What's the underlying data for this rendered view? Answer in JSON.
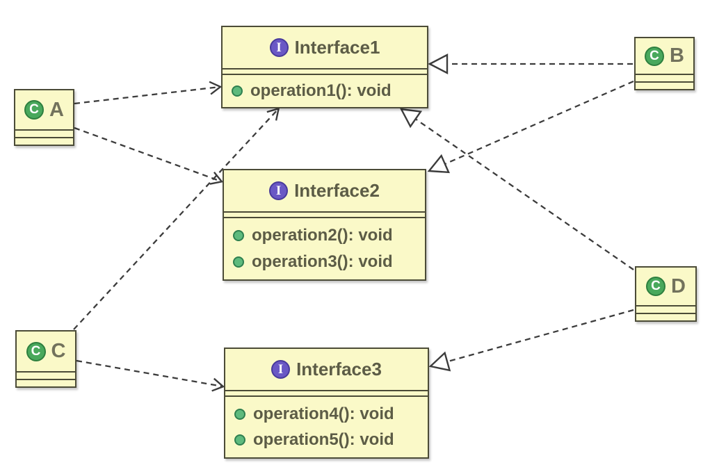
{
  "diagram": {
    "type": "uml-class-diagram",
    "colors": {
      "node_fill": "#faf9c8",
      "node_border": "#4b4b37",
      "title_text": "#5c5c46",
      "class_title_text": "#72725c",
      "interface_icon_bg": "#6a58c5",
      "class_icon_bg": "#49a85c",
      "operation_dot": "#5eba7d",
      "edge_color": "#3c3c3c"
    },
    "icons": {
      "interface_letter": "I",
      "class_letter": "C"
    },
    "interfaces": [
      {
        "id": "Interface1",
        "title": "Interface1",
        "members": [
          "operation1(): void"
        ]
      },
      {
        "id": "Interface2",
        "title": "Interface2",
        "members": [
          "operation2(): void",
          "operation3(): void"
        ]
      },
      {
        "id": "Interface3",
        "title": "Interface3",
        "members": [
          "operation4(): void",
          "operation5(): void"
        ]
      }
    ],
    "classes": [
      {
        "id": "A",
        "title": "A"
      },
      {
        "id": "B",
        "title": "B"
      },
      {
        "id": "C",
        "title": "C"
      },
      {
        "id": "D",
        "title": "D"
      }
    ],
    "edges": [
      {
        "from": "A",
        "to": "Interface1",
        "type": "dependency",
        "line": "dashed",
        "arrowhead": "open"
      },
      {
        "from": "A",
        "to": "Interface2",
        "type": "dependency",
        "line": "dashed",
        "arrowhead": "open"
      },
      {
        "from": "C",
        "to": "Interface1",
        "type": "dependency",
        "line": "dashed",
        "arrowhead": "open"
      },
      {
        "from": "C",
        "to": "Interface3",
        "type": "dependency",
        "line": "dashed",
        "arrowhead": "open"
      },
      {
        "from": "B",
        "to": "Interface1",
        "type": "realization",
        "line": "dashed",
        "arrowhead": "hollow-triangle"
      },
      {
        "from": "B",
        "to": "Interface2",
        "type": "realization",
        "line": "dashed",
        "arrowhead": "hollow-triangle"
      },
      {
        "from": "D",
        "to": "Interface1",
        "type": "realization",
        "line": "dashed",
        "arrowhead": "hollow-triangle"
      },
      {
        "from": "D",
        "to": "Interface3",
        "type": "realization",
        "line": "dashed",
        "arrowhead": "hollow-triangle"
      }
    ]
  }
}
